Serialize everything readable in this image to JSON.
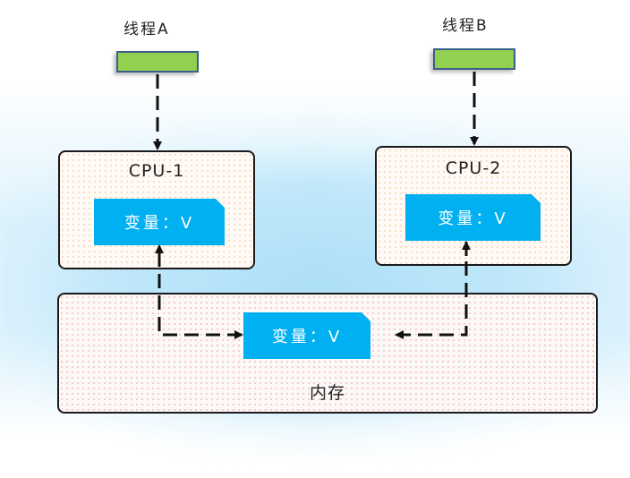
{
  "threads": [
    {
      "label": "线程A"
    },
    {
      "label": "线程B"
    }
  ],
  "cpus": [
    {
      "title": "CPU-1",
      "variable": "变量：V"
    },
    {
      "title": "CPU-2",
      "variable": "变量：V"
    }
  ],
  "memory": {
    "title": "内存",
    "variable": "变量：V"
  },
  "colors": {
    "thread_fill": "#92d050",
    "thread_border": "#3a5f8a",
    "variable_fill": "#00b0f0",
    "glow": "#a8dcf5"
  }
}
